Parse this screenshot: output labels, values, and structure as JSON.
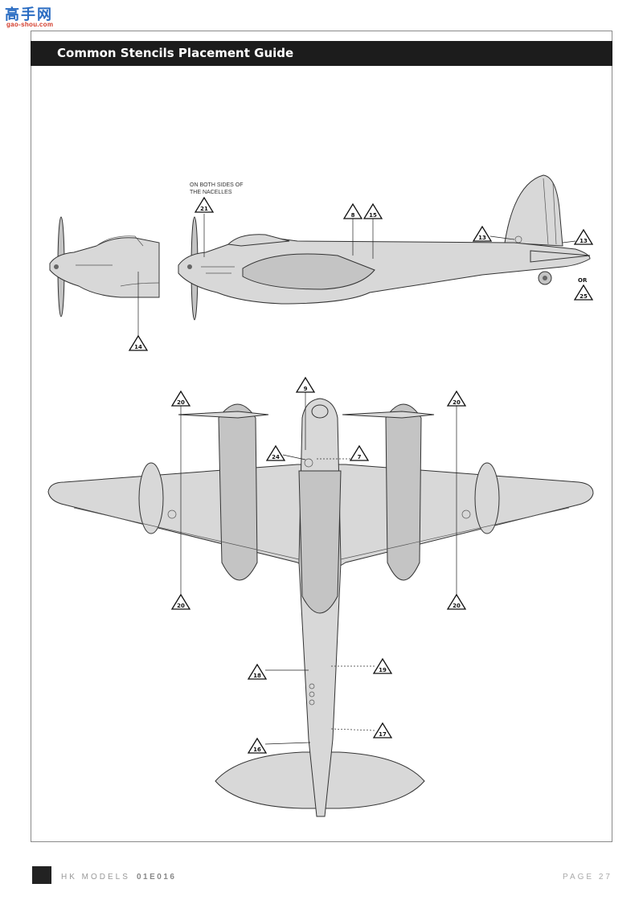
{
  "watermark": {
    "site_name": "高手网",
    "site_url": "gao-shou.com"
  },
  "header": {
    "title": "Common Stencils Placement Guide"
  },
  "notes": {
    "nacelles": [
      "ON BOTH SIDES OF",
      "THE NACELLES"
    ],
    "or_label": "OR"
  },
  "callouts": [
    {
      "id": "c21",
      "num": "21"
    },
    {
      "id": "c14",
      "num": "14"
    },
    {
      "id": "c8",
      "num": "8"
    },
    {
      "id": "c15",
      "num": "15"
    },
    {
      "id": "c13a",
      "num": "13"
    },
    {
      "id": "c13b",
      "num": "13"
    },
    {
      "id": "c25",
      "num": "25"
    },
    {
      "id": "c9",
      "num": "9"
    },
    {
      "id": "c24",
      "num": "24"
    },
    {
      "id": "c7",
      "num": "7"
    },
    {
      "id": "c20a",
      "num": "20"
    },
    {
      "id": "c20b",
      "num": "20"
    },
    {
      "id": "c20c",
      "num": "20"
    },
    {
      "id": "c20d",
      "num": "20"
    },
    {
      "id": "c18",
      "num": "18"
    },
    {
      "id": "c19",
      "num": "19"
    },
    {
      "id": "c16",
      "num": "16"
    },
    {
      "id": "c17",
      "num": "17"
    }
  ],
  "footer": {
    "brand": "HK MODELS",
    "code": "01E016",
    "page": "PAGE 27"
  },
  "colors": {
    "header_bg": "#1c1c1c",
    "aircraft_fill": "#d8d8d8",
    "outline": "#333333"
  }
}
